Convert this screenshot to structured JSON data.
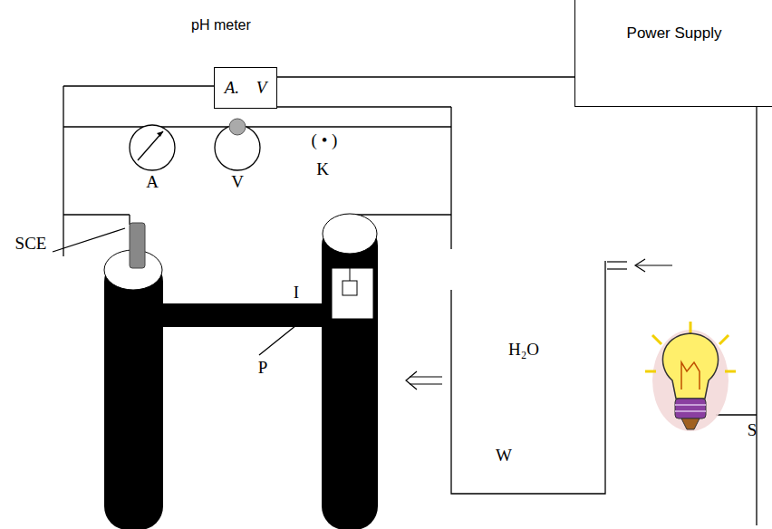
{
  "diagram": {
    "nodes": [
      {
        "text": [
          "pH meter",
          "A. V"
        ]
      },
      {
        "text": [
          "Power Supply"
        ]
      }
    ],
    "edges": [
      {
        "from": 0,
        "to": 1,
        "arrow": "none"
      }
    ],
    "labels": [
      "A",
      "V",
      "K",
      "( • )",
      "SCE",
      "I",
      "P",
      "H₂O",
      "W",
      "S"
    ]
  }
}
